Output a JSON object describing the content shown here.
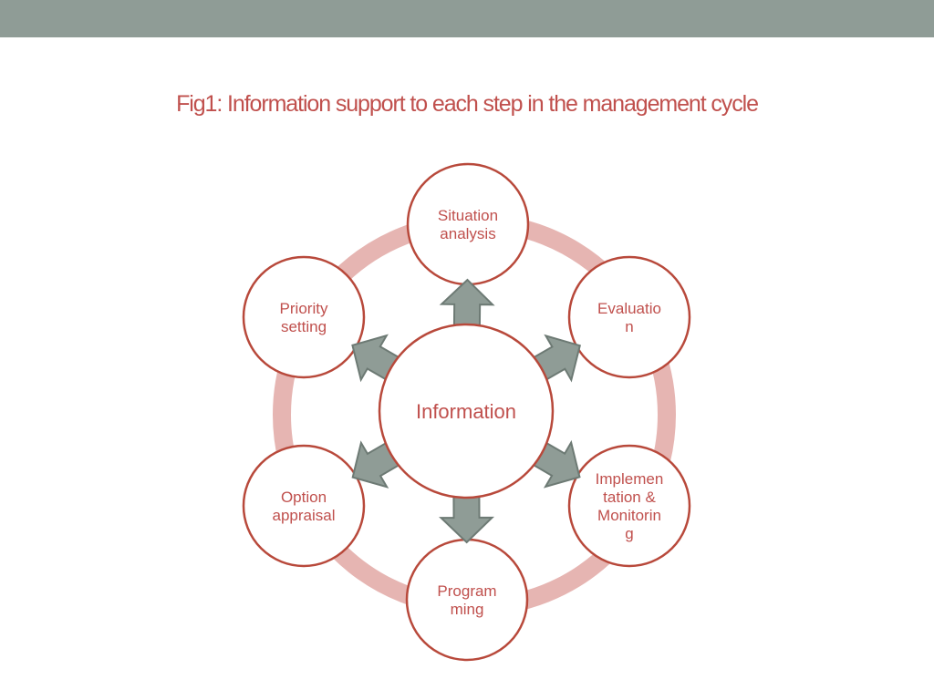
{
  "title": "Fig1: Information support to each step in the management cycle",
  "colors": {
    "top_bar": "#8f9c96",
    "accent_text": "#c0504d",
    "ring": "#e6b5b2",
    "node_border": "#b8493b",
    "arrow_fill": "#8f9c96",
    "arrow_stroke": "#6d7a74"
  },
  "center": {
    "label": "Information"
  },
  "nodes": [
    {
      "id": "situation-analysis",
      "lines": [
        "Situation",
        "analysis"
      ]
    },
    {
      "id": "evaluation",
      "lines": [
        "Evaluatio",
        "n"
      ]
    },
    {
      "id": "implementation-monitoring",
      "lines": [
        "Implemen",
        "tation &",
        "Monitorin",
        "g"
      ]
    },
    {
      "id": "programming",
      "lines": [
        "Program",
        "ming"
      ]
    },
    {
      "id": "option-appraisal",
      "lines": [
        "Option",
        "appraisal"
      ]
    },
    {
      "id": "priority-setting",
      "lines": [
        "Priority",
        "setting"
      ]
    }
  ]
}
